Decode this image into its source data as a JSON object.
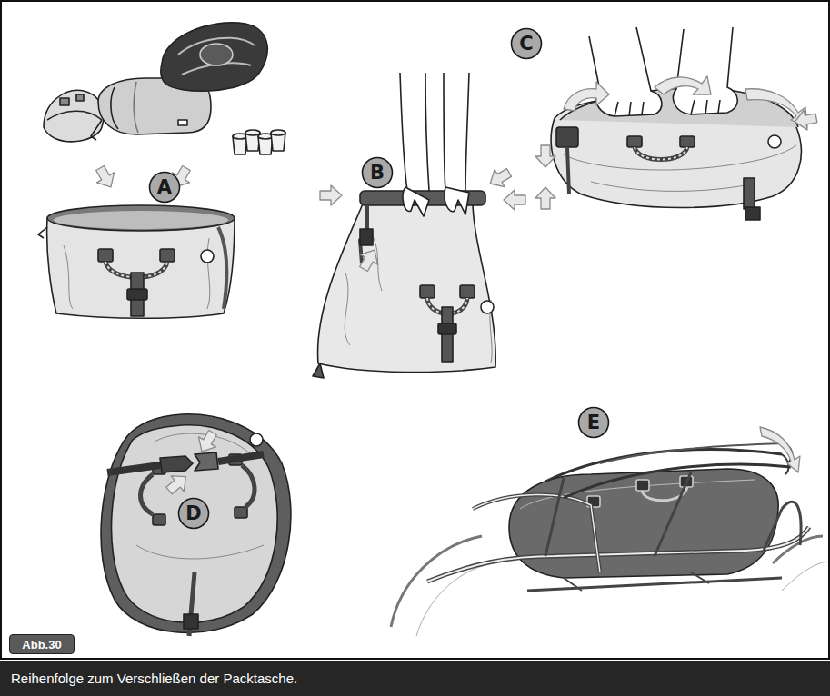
{
  "diagram": {
    "caption": "Reihenfolge zum Verschließen der Packtasche.",
    "nodes": [
      {
        "text": [
          "A"
        ]
      },
      {
        "text": [
          "B"
        ]
      },
      {
        "text": [
          "C"
        ]
      },
      {
        "text": [
          "D"
        ]
      },
      {
        "text": [
          "E"
        ]
      },
      {
        "text": [
          "Abb.30"
        ]
      }
    ]
  }
}
